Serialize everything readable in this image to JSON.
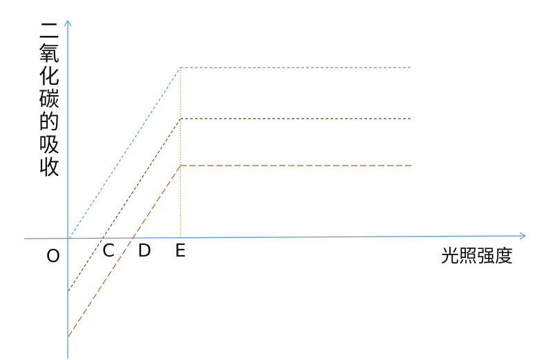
{
  "diagram": {
    "ylabel_chars": [
      "二",
      "氧",
      "化",
      "碳",
      "的",
      "吸",
      "收"
    ],
    "xlabel": "光照强度",
    "origin_label": "O",
    "point_labels": [
      "C",
      "D",
      "E"
    ],
    "colors": {
      "axis": "#5b9bd5",
      "line_top": "#5b9bd5",
      "line_mid": "#843c0c",
      "line_low": "#c55a11",
      "line_e": "#c9a227"
    }
  }
}
